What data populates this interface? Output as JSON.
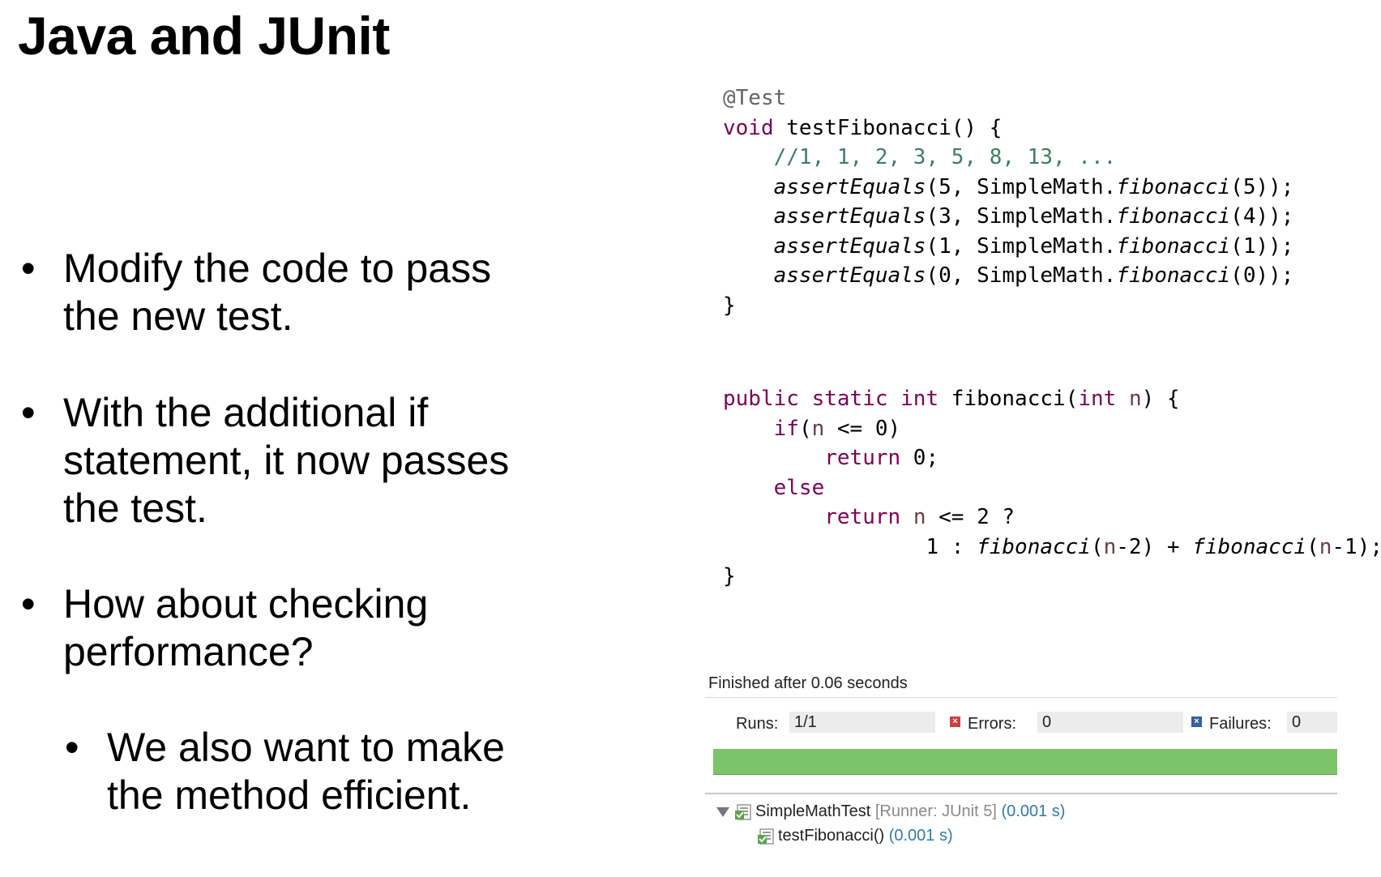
{
  "slide": {
    "title": "Java and JUnit",
    "bullet_char": "•",
    "bullets": [
      "Modify the code to pass\nthe new test.",
      "With the additional if\nstatement, it now passes\nthe test.",
      "How about checking\nperformance?",
      "We also want to make\nthe method efficient."
    ]
  },
  "code": {
    "test_block": {
      "annotation": "@Test",
      "line1_kw": "void",
      "line1_rest": " testFibonacci() {",
      "comment": "    //1, 1, 2, 3, 5, 8, 13, ...",
      "asserts": [
        {
          "fn": "assertEquals",
          "expected": "5",
          "call": "SimpleMath.",
          "m": "fibonacci",
          "arg": "5"
        },
        {
          "fn": "assertEquals",
          "expected": "3",
          "call": "SimpleMath.",
          "m": "fibonacci",
          "arg": "4"
        },
        {
          "fn": "assertEquals",
          "expected": "1",
          "call": "SimpleMath.",
          "m": "fibonacci",
          "arg": "1"
        },
        {
          "fn": "assertEquals",
          "expected": "0",
          "call": "SimpleMath.",
          "m": "fibonacci",
          "arg": "0"
        }
      ],
      "close": "}"
    },
    "method_block": {
      "kw_public": "public",
      "kw_static": "static",
      "kw_int": "int",
      "name": " fibonacci(",
      "kw_int2": "int",
      "param": "n",
      "sig_end": ") {",
      "kw_if": "if",
      "if_open": "(",
      "if_var": "n",
      "if_cond": " <= 0)",
      "kw_return": "return",
      "return_zero": " 0;",
      "kw_else": "else",
      "kw_return2": "return",
      "ret_var": "n",
      "ret_cond": " <= 2 ?",
      "ternary_a": "1 : ",
      "rec_fn": "fibonacci",
      "rec_var": "n",
      "rec_arg1": "-2) + ",
      "rec_arg2": "-1);",
      "close": "}"
    }
  },
  "junit": {
    "finished": "Finished after 0.06 seconds",
    "runs_label": "Runs:",
    "runs_value": "1/1",
    "errors_label": "Errors:",
    "errors_value": "0",
    "failures_label": "Failures:",
    "failures_value": "0",
    "error_mark": "×",
    "failure_mark": "×",
    "progress": 1.0,
    "bar_color": "#7bc469",
    "tree": [
      {
        "name": "SimpleMathTest",
        "runner": "[Runner: JUnit 5]",
        "time": "(0.001 s)"
      },
      {
        "name": "testFibonacci()",
        "time": "(0.001 s)"
      }
    ]
  }
}
